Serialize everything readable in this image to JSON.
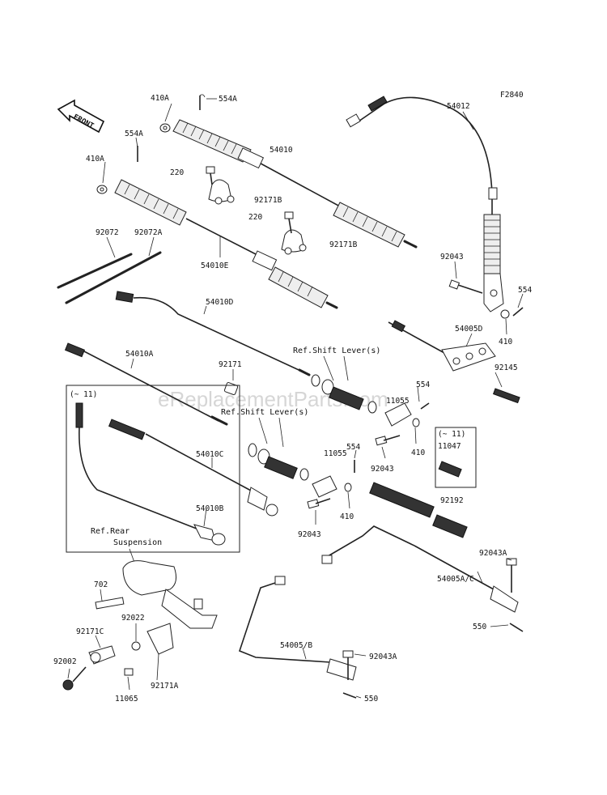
{
  "diagram": {
    "code": "F2840",
    "front_label": "FRONT",
    "watermark": "eReplacementParts.com",
    "refs": {
      "shift_lever_1": "Ref.Shift Lever(s)",
      "shift_lever_2": "Ref.Shift Lever(s)",
      "rear_susp_1": "Ref.Rear",
      "rear_susp_2": "Suspension"
    },
    "range_notes": {
      "left_box": "(~ 11)",
      "right_box": "(~ 11)"
    },
    "parts": {
      "p410A_a": "410A",
      "p554A_a": "554A",
      "p554A_b": "554A",
      "p410A_b": "410A",
      "p54010": "54010",
      "p220_a": "220",
      "p92171B_a": "92171B",
      "p220_b": "220",
      "p92171B_b": "92171B",
      "p54010E": "54010E",
      "p92072": "92072",
      "p92072A": "92072A",
      "p54012": "54012",
      "p92043_a": "92043",
      "p554_a": "554",
      "p410_a": "410",
      "p54005D": "54005D",
      "p92145": "92145",
      "p54010D": "54010D",
      "p54010A": "54010A",
      "p92171": "92171",
      "p554_b": "554",
      "p11055_a": "11055",
      "p410_b": "410",
      "p92043_b": "92043",
      "p554_c": "554",
      "p11047": "11047",
      "p54010C": "54010C",
      "p11055_b": "11055",
      "p410_c": "410",
      "p92192": "92192",
      "p54010B": "54010B",
      "p92043_c": "92043",
      "p92043A_a": "92043A",
      "p54005AC": "54005A/C",
      "p702": "702",
      "p92022": "92022",
      "p92171C": "92171C",
      "p92002": "92002",
      "p11065": "11065",
      "p92171A": "92171A",
      "p54005B": "54005/B",
      "p92043A_b": "92043A",
      "p550_a": "550",
      "p550_b": "550"
    }
  }
}
